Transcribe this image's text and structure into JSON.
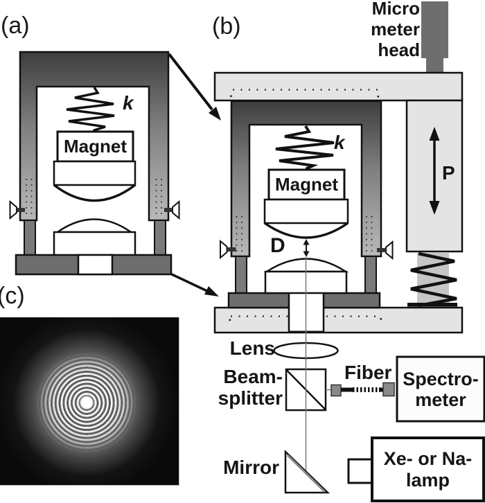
{
  "panels": {
    "a": "(a)",
    "b": "(b)",
    "c": "(c)"
  },
  "setup": {
    "spring_constant": "k",
    "magnet": "Magnet",
    "piston": "P",
    "gap": "D",
    "micrometer": {
      "line1": "Micro",
      "line2": "meter",
      "line3": "head"
    }
  },
  "optics": {
    "lens": "Lens",
    "beamsplitter_line1": "Beam-",
    "beamsplitter_line2": "splitter",
    "fiber": "Fiber",
    "spectrometer_line1": "Spectro-",
    "spectrometer_line2": "meter",
    "mirror": "Mirror",
    "lamp_line1": "Xe- or Na-",
    "lamp_line2": "lamp"
  },
  "colors": {
    "frame_dark": "#3e3e3e",
    "frame_light": "#b9b9b9",
    "metal_gray": "#6e6e6e",
    "leg_gray": "#7a7a7a",
    "plate_gray": "#e4e4e4",
    "spring_core": "#c6c6c6",
    "connector_gray": "#8a8a8a",
    "line_black": "#111111",
    "fringe_background": "#0a0a0a"
  }
}
